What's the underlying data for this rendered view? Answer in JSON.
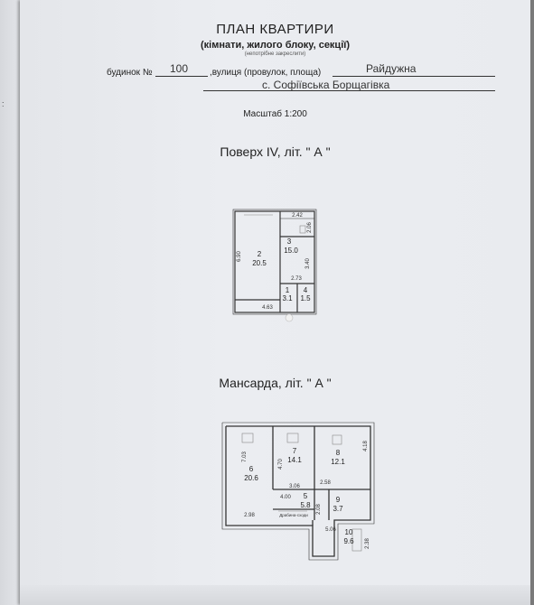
{
  "header": {
    "title": "ПЛАН КВАРТИРИ",
    "subtitle": "(кімнати, жилого блоку, секції)",
    "note": "(непотрібне закреслити)"
  },
  "address": {
    "building_label": "будинок №",
    "building_number": "100",
    "street_label": ",вулиця (провулок, площа)",
    "street_name": "Райдужна",
    "locality": "с. Софіївська Борщагівка"
  },
  "scale": "Масштаб 1:200",
  "floor4": {
    "heading": "Поверх IV, літ. \" А \"",
    "rooms": [
      {
        "num": "2",
        "area": "20.5"
      },
      {
        "num": "3",
        "area": "15.0"
      },
      {
        "num": "1",
        "area": "3.1"
      },
      {
        "num": "4",
        "area": "1.5"
      }
    ],
    "dims": [
      "2.42",
      "2.06",
      "6.90",
      "3.40",
      "2.73",
      "4.63"
    ]
  },
  "attic": {
    "heading": "Мансарда, літ. \" А \"",
    "rooms": [
      {
        "num": "6",
        "area": "20.6"
      },
      {
        "num": "7",
        "area": "14.1"
      },
      {
        "num": "8",
        "area": "12.1"
      },
      {
        "num": "5",
        "area": "5.8"
      },
      {
        "num": "9",
        "area": "3.7"
      },
      {
        "num": "10",
        "area": "9.6"
      }
    ],
    "dims": [
      "7.03",
      "4.70",
      "4.18",
      "3.06",
      "2.58",
      "4.00",
      "2.08",
      "2.98",
      "5.06",
      "2.38"
    ],
    "stair_note": "Драбина-сходи"
  }
}
